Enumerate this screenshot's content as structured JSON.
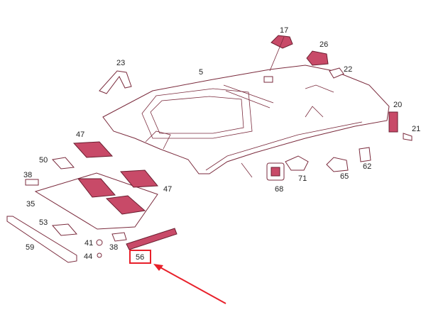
{
  "diagram": {
    "labels": {
      "p17": "17",
      "p26": "26",
      "p23": "23",
      "p5": "5",
      "p22": "22",
      "p20": "20",
      "p21": "21",
      "p47a": "47",
      "p50": "50",
      "p38a": "38",
      "p71": "71",
      "p62": "62",
      "p65": "65",
      "p68": "68",
      "p47b": "47",
      "p35": "35",
      "p53": "53",
      "p41": "41",
      "p38b": "38",
      "p59": "59",
      "p44": "44",
      "p56": "56"
    },
    "highlight": {
      "part": "56",
      "color": "#e8202a"
    }
  }
}
